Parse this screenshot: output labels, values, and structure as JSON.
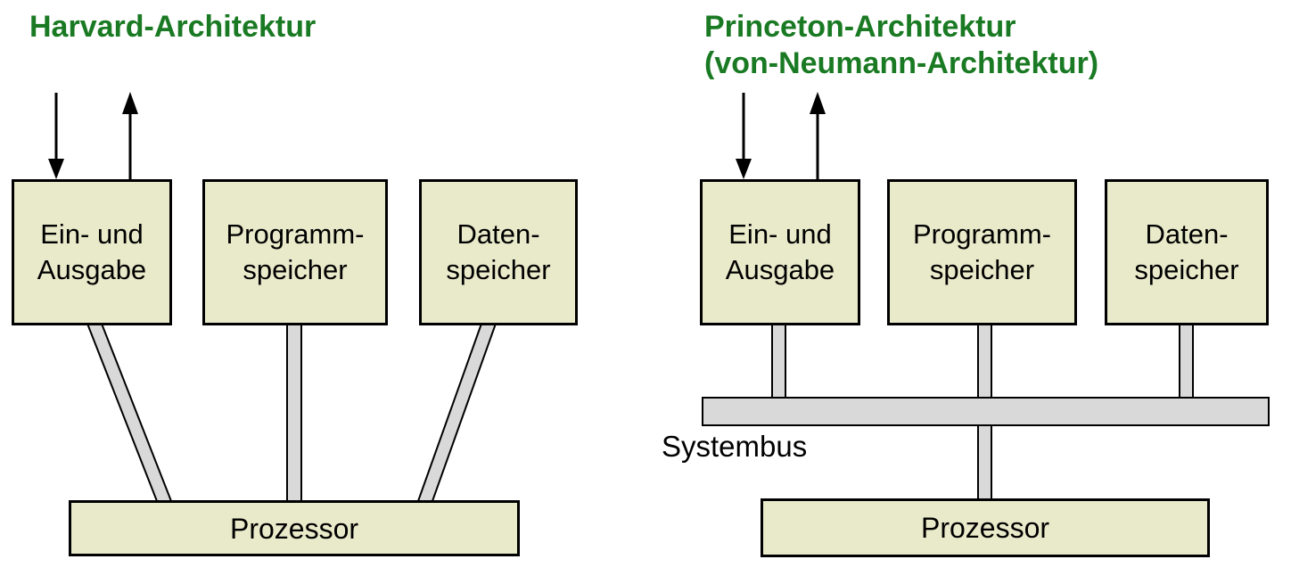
{
  "colors": {
    "title_green": "#1a7a23",
    "box_fill": "#e9eaca",
    "bus_fill": "#d9d9d9",
    "outline": "#000000",
    "background": "#ffffff"
  },
  "harvard": {
    "title": "Harvard-Architektur",
    "boxes": {
      "io": "Ein- und\nAusgabe",
      "program": "Programm-\nspeicher",
      "data": "Daten-\nspeicher"
    },
    "processor": "Prozessor",
    "icons": [
      "input-arrow-icon",
      "output-arrow-icon"
    ]
  },
  "princeton": {
    "title_line1": "Princeton-Architektur",
    "title_line2": "(von-Neumann-Architektur)",
    "boxes": {
      "io": "Ein- und\nAusgabe",
      "program": "Programm-\nspeicher",
      "data": "Daten-\nspeicher"
    },
    "processor": "Prozessor",
    "bus_label": "Systembus",
    "icons": [
      "input-arrow-icon",
      "output-arrow-icon"
    ]
  }
}
